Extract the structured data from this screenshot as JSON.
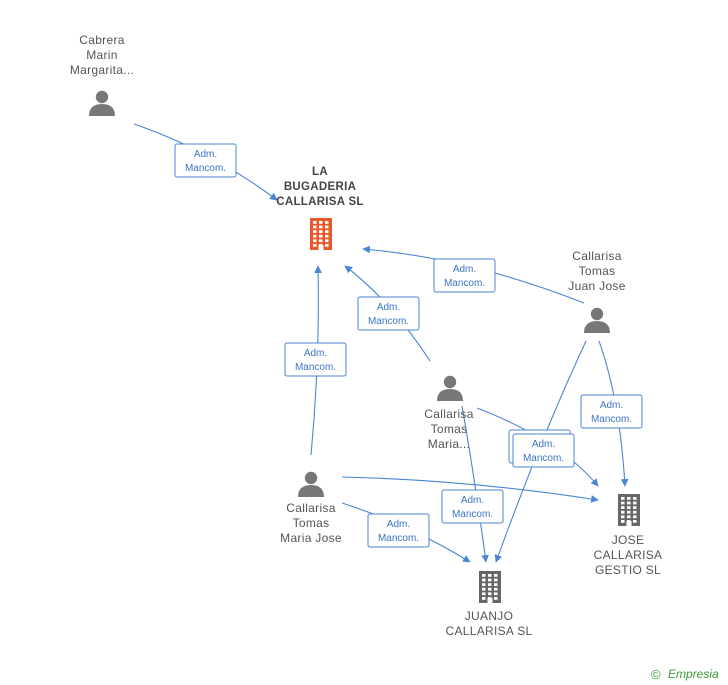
{
  "colors": {
    "edge": "#4a86d4",
    "person": "#777777",
    "company": "#666666",
    "focus_company": "#e8582a",
    "brand": "#3a9a3a"
  },
  "nodes": [
    {
      "id": "cabrera",
      "kind": "person",
      "icon": "person-icon",
      "lines": [
        "Cabrera",
        "Marin",
        "Margarita..."
      ]
    },
    {
      "id": "bugaderia",
      "kind": "company",
      "focus": true,
      "icon": "building-icon",
      "lines": [
        "LA",
        "BUGADERIA",
        "CALLARISA SL"
      ]
    },
    {
      "id": "juanjose",
      "kind": "person",
      "icon": "person-icon",
      "lines": [
        "Callarisa",
        "Tomas",
        "Juan Jose"
      ]
    },
    {
      "id": "maria",
      "kind": "person",
      "icon": "person-icon",
      "lines": [
        "Callarisa",
        "Tomas",
        "Maria..."
      ]
    },
    {
      "id": "mariajose",
      "kind": "person",
      "icon": "person-icon",
      "lines": [
        "Callarisa",
        "Tomas",
        "Maria Jose"
      ]
    },
    {
      "id": "josegestio",
      "kind": "company",
      "icon": "building-icon",
      "lines": [
        "JOSE",
        "CALLARISA",
        "GESTIO SL"
      ]
    },
    {
      "id": "juanjosl",
      "kind": "company",
      "icon": "building-icon",
      "lines": [
        "JUANJO",
        "CALLARISA SL"
      ]
    }
  ],
  "edges": [
    {
      "from": "cabrera",
      "to": "bugaderia",
      "label": [
        "Adm.",
        "Mancom."
      ]
    },
    {
      "from": "juanjose",
      "to": "bugaderia",
      "label": [
        "Adm.",
        "Mancom."
      ]
    },
    {
      "from": "maria",
      "to": "bugaderia",
      "label": [
        "Adm.",
        "Mancom."
      ]
    },
    {
      "from": "mariajose",
      "to": "bugaderia",
      "label": [
        "Adm.",
        "Mancom."
      ]
    },
    {
      "from": "juanjose",
      "to": "josegestio",
      "label": [
        "Adm.",
        "Mancom."
      ]
    },
    {
      "from": "juanjose",
      "to": "juanjosl",
      "label": []
    },
    {
      "from": "maria",
      "to": "josegestio",
      "label": [
        "Adm.",
        "Mancom."
      ]
    },
    {
      "from": "maria",
      "to": "juanjosl",
      "label": [
        "Adm.",
        "Mancom."
      ]
    },
    {
      "from": "mariajose",
      "to": "josegestio",
      "label": [
        "Adm.",
        "Mancom."
      ]
    },
    {
      "from": "mariajose",
      "to": "juanjosl",
      "label": [
        "Adm.",
        "Mancom."
      ]
    }
  ],
  "footer": {
    "copyright": "©",
    "brand": "Empresia"
  }
}
